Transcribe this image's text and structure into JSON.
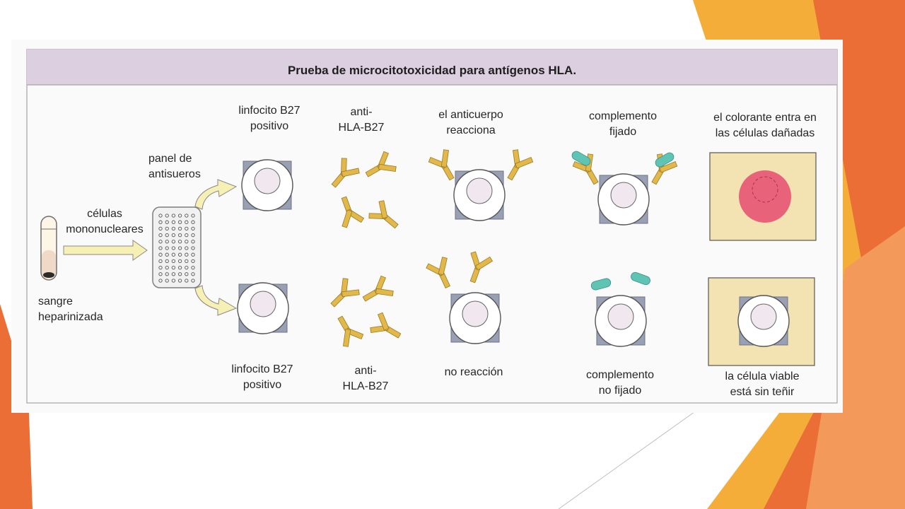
{
  "figure": {
    "title": "Prueba de microcitotoxicidad para antígenos HLA."
  },
  "labels": {
    "blood": "sangre\nheparinizada",
    "cells": "células\nmononucleares",
    "panel": "panel de\nantisueros",
    "top_lymphocyte": "linfocito B27\npositivo",
    "top_antibody": "anti-\nHLA-B27",
    "top_reaction": "el anticuerpo\nreacciona",
    "top_complement": "complemento\nfijado",
    "top_dye": "el colorante entra en\nlas células dañadas",
    "bottom_lymphocyte": "linfocito B27\npositivo",
    "bottom_antibody": "anti-\nHLA-B27",
    "bottom_reaction": "no reacción",
    "bottom_complement": "complemento\nno fijado",
    "bottom_dye": "la célula viable\nestá sin teñir"
  },
  "colors": {
    "title_band": "#dccfe0",
    "antibody": "#e2b84a",
    "complement": "#5fc4b4",
    "dye_square": "#f3e3b3",
    "damaged_cell": "#e8627a",
    "arrow_fill": "#f6f0b4",
    "slide_orange": "#ea6e35",
    "slide_yellow": "#f5ad3a"
  }
}
